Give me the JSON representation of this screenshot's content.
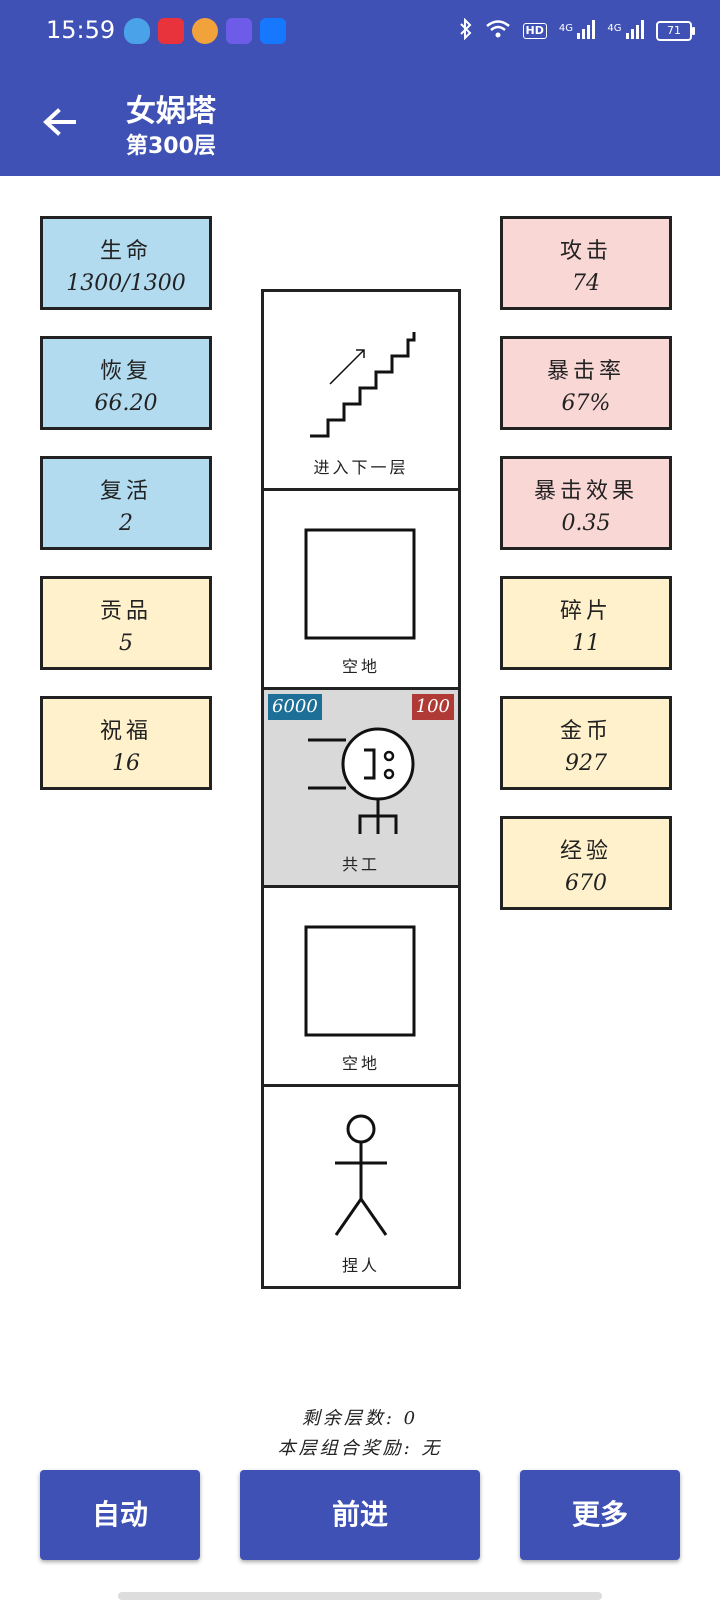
{
  "status_bar": {
    "time": "15:59",
    "hd_tag": "HD",
    "net1": "4G",
    "net2": "4G",
    "battery": "71"
  },
  "header": {
    "title": "女娲塔",
    "subtitle": "第300层"
  },
  "stats_left": [
    {
      "label": "生命",
      "value": "1300/1300"
    },
    {
      "label": "恢复",
      "value": "66.20"
    },
    {
      "label": "复活",
      "value": "2"
    },
    {
      "label": "贡品",
      "value": "5"
    },
    {
      "label": "祝福",
      "value": "16"
    }
  ],
  "stats_right": [
    {
      "label": "攻击",
      "value": "74"
    },
    {
      "label": "暴击率",
      "value": "67%"
    },
    {
      "label": "暴击效果",
      "value": "0.35"
    },
    {
      "label": "碎片",
      "value": "11"
    },
    {
      "label": "金币",
      "value": "927"
    },
    {
      "label": "经验",
      "value": "670"
    }
  ],
  "tower": {
    "cells": [
      {
        "caption": "进入下一层",
        "icon": "stairs-icon"
      },
      {
        "caption": "空地",
        "icon": "empty-square-icon"
      },
      {
        "caption": "共工",
        "icon": "enemy-icon",
        "hp": "6000",
        "attack": "100"
      },
      {
        "caption": "空地",
        "icon": "empty-square-icon"
      },
      {
        "caption": "捏人",
        "icon": "stick-figure-icon"
      }
    ]
  },
  "info": {
    "remaining_floors": "剩余层数: 0",
    "floor_reward": "本层组合奖励: 无"
  },
  "buttons": {
    "auto": "自动",
    "forward": "前进",
    "more": "更多"
  },
  "colors": {
    "primary": "#3f51b5",
    "card_blue": "#b3dbef",
    "card_pink": "#f8d7d5",
    "card_yellow": "#fef1cc",
    "hp_badge": "#1e6f97",
    "attack_badge": "#b03b36"
  }
}
